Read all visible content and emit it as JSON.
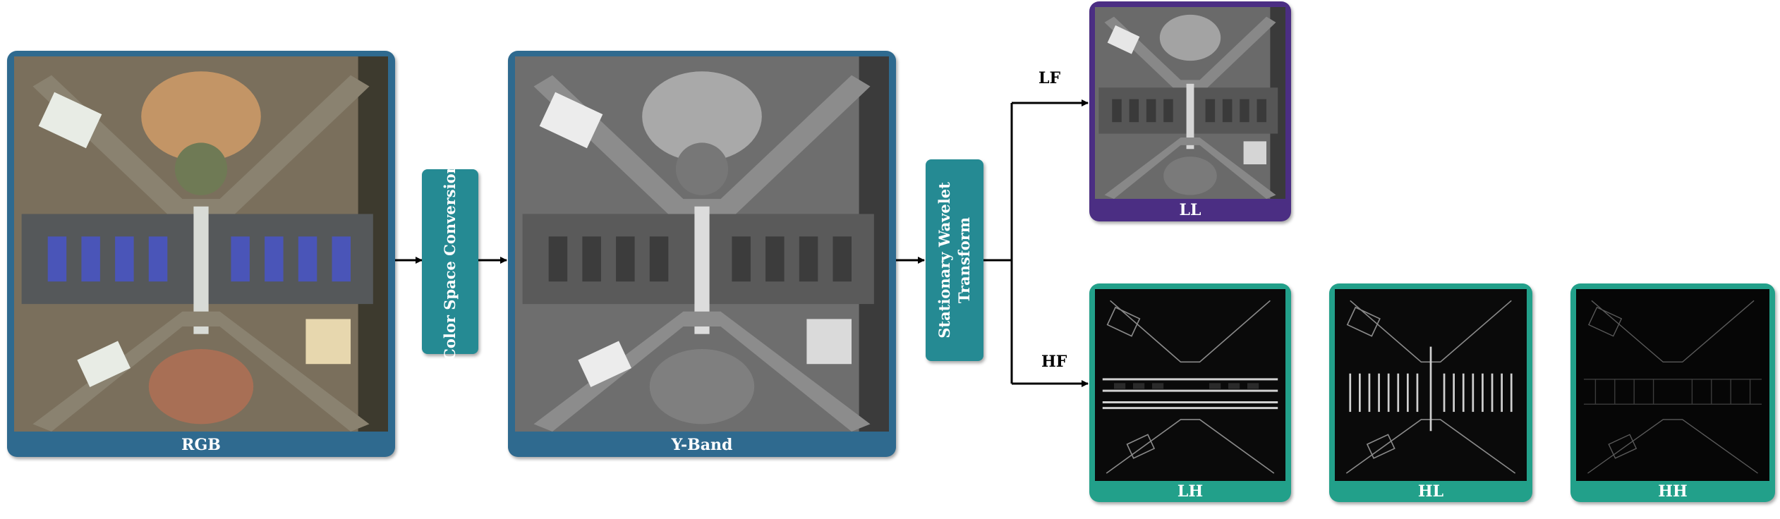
{
  "colors": {
    "blue_frame": "#2f6a8f",
    "teal_box": "#258a93",
    "purple_frame": "#4b2e83",
    "green_frame": "#22a08a",
    "arrow": "#000000"
  },
  "panels": {
    "rgb": "RGB",
    "yband": "Y-Band",
    "ll": "LL",
    "lh": "LH",
    "hl": "HL",
    "hh": "HH"
  },
  "steps": {
    "color_space": "Color Space Conversion",
    "swt_line1": "Stationary Wavelet",
    "swt_line2": "Transform"
  },
  "branches": {
    "lf": "LF",
    "hf": "HF"
  }
}
